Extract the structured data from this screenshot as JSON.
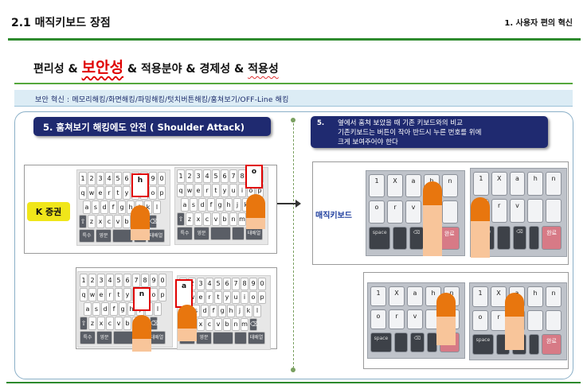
{
  "header": {
    "title": "2.1 매직키보드 장점",
    "section": "1. 사용자 편의 혁신"
  },
  "headline": {
    "prefix": "편리성  & ",
    "highlight": "보안성",
    "rest1": " & 적용분야 & 경제성 & ",
    "rest2": "적용성"
  },
  "banner": {
    "text": "보안  혁신 : 메모리해킹/화면해킹/파밍해킹/텃치버튼해킹/훔쳐보기/OFF-Line  해킹"
  },
  "left_section": {
    "pill": "5. 훔쳐보기 해킹에도 안전 ( Shoulder Attack)",
    "label": "K 증권"
  },
  "right_section": {
    "pill_number": "5.",
    "pill_line1": "옆에서 훔쳐 보았을 때 기존 키보드와의 비교",
    "pill_line2": "기존키보드는 버튼이 작아 반드시 누른 번호를 위에",
    "pill_line3": "크게 보여주어야 한다",
    "label": "매직키보드"
  },
  "std_keyboard": {
    "rows": [
      [
        "1",
        "2",
        "3",
        "4",
        "5",
        "6",
        "7",
        "8",
        "9",
        "0"
      ],
      [
        "q",
        "w",
        "e",
        "r",
        "t",
        "y",
        "u",
        "i",
        "o",
        "p"
      ],
      [
        "a",
        "s",
        "d",
        "f",
        "g",
        "h",
        "j",
        "k",
        "l"
      ],
      [
        "⇧",
        "z",
        "x",
        "c",
        "v",
        "b",
        "n",
        "m",
        "⌫"
      ],
      [
        "특수",
        "영문",
        "",
        "",
        "태배열"
      ]
    ],
    "zoom_letters": [
      "h",
      "o",
      "n",
      "a"
    ]
  },
  "magic_keyboard": {
    "rows": [
      [
        "1",
        "X",
        "a",
        "h",
        "n"
      ],
      [
        "o",
        "r",
        "v",
        "",
        ""
      ],
      [
        "space",
        "",
        "⌫",
        "",
        "완료"
      ]
    ]
  },
  "colors": {
    "accent_green": "#2d8a2d",
    "pill_navy": "#1f2a70",
    "highlight_red": "#e00000",
    "label_yellow": "#f0e61a",
    "finger_orange": "#e8760e"
  }
}
